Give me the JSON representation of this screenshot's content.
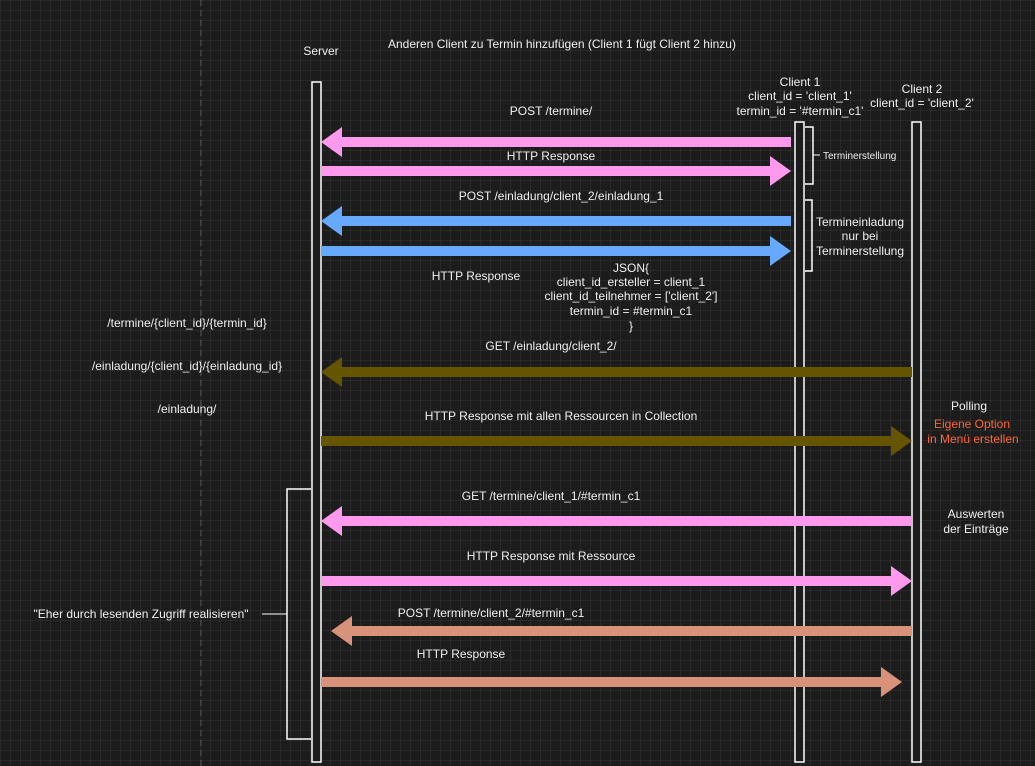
{
  "diagram": {
    "title": "Anderen Client zu Termin hinzufügen (Client 1 fügt Client 2 hinzu)",
    "colors": {
      "pink": "#ff99ee",
      "blue": "#66aaff",
      "olive": "#665500",
      "salmon": "#d9927a",
      "orange_text": "#ff6633",
      "line": "#ffffff",
      "background": "#1c1c1c"
    },
    "participants": {
      "server": {
        "label": "Server"
      },
      "client1": {
        "label": "Client 1",
        "id_line": "client_id = 'client_1'",
        "termin_line": "termin_id = '#termin_c1'"
      },
      "client2": {
        "label": "Client 2",
        "id_line": "client_id = 'client_2'"
      }
    },
    "messages": [
      {
        "label": "POST /termine/",
        "from": "client1",
        "to": "server",
        "color": "pink"
      },
      {
        "label": "HTTP Response",
        "from": "server",
        "to": "client1",
        "color": "pink"
      },
      {
        "label": "POST /einladung/client_2/einladung_1",
        "from": "client1",
        "to": "server",
        "color": "blue"
      },
      {
        "label": "HTTP Response",
        "from": "server",
        "to": "client1",
        "color": "blue"
      },
      {
        "label": "GET /einladung/client_2/",
        "from": "client2",
        "to": "server",
        "color": "olive"
      },
      {
        "label": "HTTP Response mit allen Ressourcen in Collection",
        "from": "server",
        "to": "client2",
        "color": "olive"
      },
      {
        "label": "GET /termine/client_1/#termin_c1",
        "from": "client2",
        "to": "server",
        "color": "pink"
      },
      {
        "label": "HTTP Response mit Ressource",
        "from": "server",
        "to": "client2",
        "color": "pink"
      },
      {
        "label": "POST /termine/client_2/#termin_c1",
        "from": "client2",
        "to": "server",
        "color": "salmon"
      },
      {
        "label": "HTTP Response",
        "from": "server",
        "to": "client2",
        "color": "salmon"
      }
    ],
    "json_body": [
      "JSON{",
      "client_id_ersteller = client_1",
      "client_id_teilnehmer = ['client_2']",
      "termin_id = #termin_c1",
      "}"
    ],
    "annotations": {
      "terminerstellung": "Terminerstellung",
      "termineinladung": [
        "Termineinladung",
        "nur bei",
        "Terminerstellung"
      ],
      "polling": "Polling",
      "eigene_option": [
        "Eigene Option",
        "in Menü erstellen"
      ],
      "auswerten": [
        "Auswerten",
        "der Einträge"
      ],
      "lesender_zugriff": "\"Eher durch lesenden Zugriff realisieren\""
    },
    "endpoints": [
      "/termine/{client_id}/{termin_id}",
      "/einladung/{client_id}/{einladung_id}",
      "/einladung/"
    ]
  }
}
